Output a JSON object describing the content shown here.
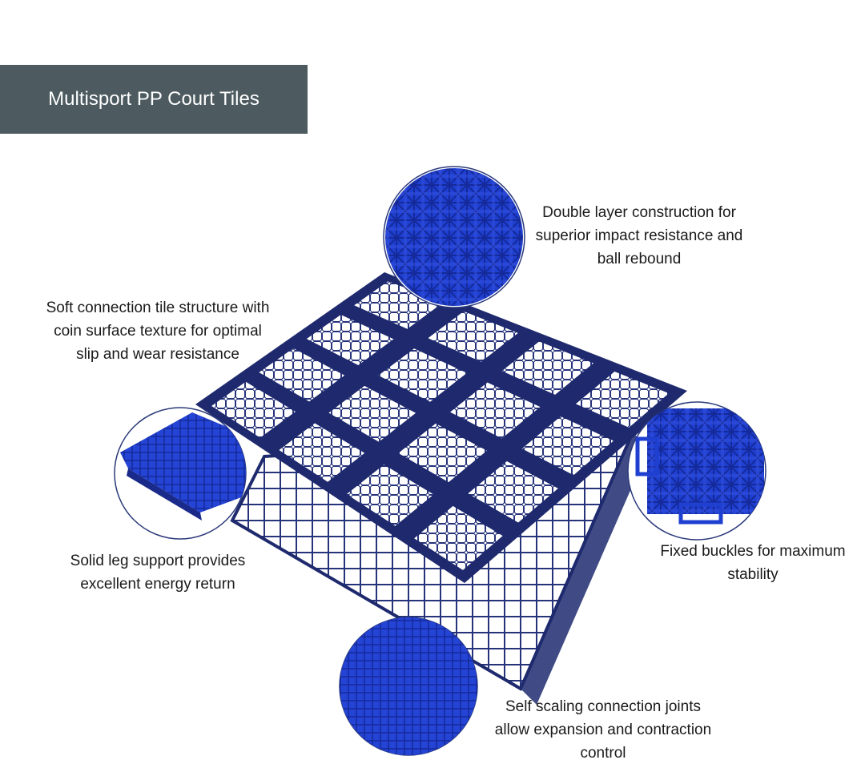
{
  "banner": {
    "title": "Multisport PP Court Tiles"
  },
  "captions": {
    "top": "Double layer construction for superior impact resistance and ball rebound",
    "left": "Soft connection tile structure with coin surface texture for optimal slip and wear resistance",
    "leg": "Solid leg support provides excellent energy return",
    "right": "Fixed buckles for maximum stability",
    "bottom": "Self scaling connection joints allow expansion and contraction control"
  },
  "colors": {
    "banner_bg": "#4d5b60",
    "tile_navy": "#1f2a6e",
    "tile_blue": "#1f3fd0",
    "circle_outline": "#2b3a7a"
  },
  "icons": [
    "court-tile-illustration",
    "detail-circle-top",
    "detail-circle-left",
    "detail-circle-right",
    "detail-circle-bottom"
  ]
}
